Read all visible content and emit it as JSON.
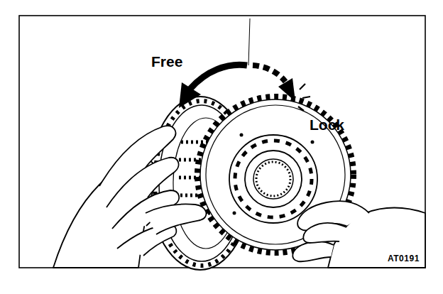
{
  "diagram": {
    "labels": [
      "Free",
      "Lock",
      "AT0191"
    ]
  }
}
